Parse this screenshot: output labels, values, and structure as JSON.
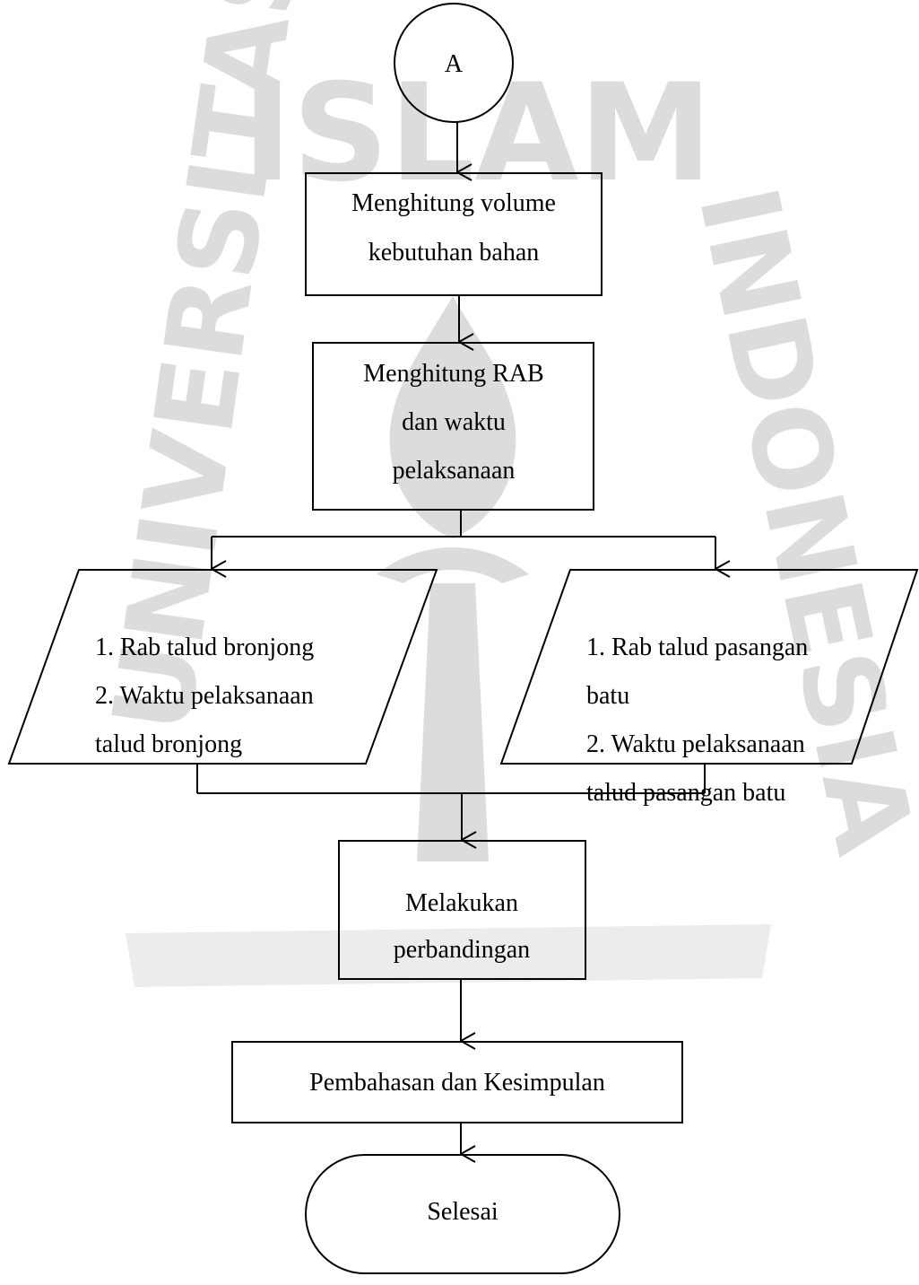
{
  "flowchart": {
    "connector": {
      "label": "A"
    },
    "step1": {
      "line1": "Menghitung volume",
      "line2": "kebutuhan bahan"
    },
    "step2": {
      "line1": "Menghitung RAB",
      "line2": "dan waktu",
      "line3": "pelaksanaan"
    },
    "output_left": {
      "line1": "1. Rab talud bronjong",
      "line2": "2. Waktu pelaksanaan",
      "line3": "talud bronjong"
    },
    "output_right": {
      "line1": "1. Rab talud pasangan",
      "line2": "batu",
      "line3": "2. Waktu pelaksanaan",
      "line4": "talud pasangan batu"
    },
    "step3": {
      "line1": "Melakukan",
      "line2": "perbandingan"
    },
    "step4": {
      "label": "Pembahasan dan Kesimpulan"
    },
    "end": {
      "label": "Selesai"
    }
  },
  "watermark": {
    "words": [
      "ISLAM",
      "INDONESIA",
      "UNIVERSITAS"
    ],
    "color": "#d9d9d9"
  }
}
